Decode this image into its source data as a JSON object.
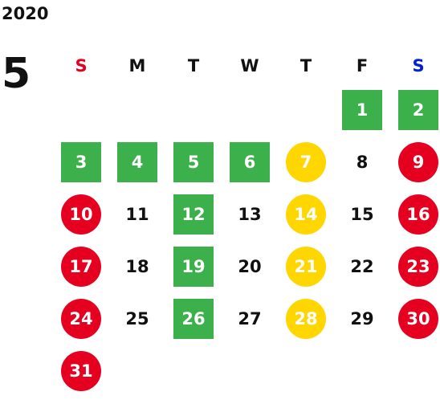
{
  "year": "2020",
  "month": "5",
  "weekdays": [
    {
      "label": "S",
      "color": "#e60020"
    },
    {
      "label": "M",
      "color": "#111111"
    },
    {
      "label": "T",
      "color": "#111111"
    },
    {
      "label": "W",
      "color": "#111111"
    },
    {
      "label": "T",
      "color": "#111111"
    },
    {
      "label": "F",
      "color": "#111111"
    },
    {
      "label": "S",
      "color": "#0020d8"
    }
  ],
  "first_weekday": 5,
  "days": [
    {
      "n": "1",
      "style": "green"
    },
    {
      "n": "2",
      "style": "green"
    },
    {
      "n": "3",
      "style": "green"
    },
    {
      "n": "4",
      "style": "green"
    },
    {
      "n": "5",
      "style": "green"
    },
    {
      "n": "6",
      "style": "green"
    },
    {
      "n": "7",
      "style": "yellow"
    },
    {
      "n": "8",
      "style": "plain"
    },
    {
      "n": "9",
      "style": "red"
    },
    {
      "n": "10",
      "style": "red"
    },
    {
      "n": "11",
      "style": "plain"
    },
    {
      "n": "12",
      "style": "green"
    },
    {
      "n": "13",
      "style": "plain"
    },
    {
      "n": "14",
      "style": "yellow"
    },
    {
      "n": "15",
      "style": "plain"
    },
    {
      "n": "16",
      "style": "red"
    },
    {
      "n": "17",
      "style": "red"
    },
    {
      "n": "18",
      "style": "plain"
    },
    {
      "n": "19",
      "style": "green"
    },
    {
      "n": "20",
      "style": "plain"
    },
    {
      "n": "21",
      "style": "yellow"
    },
    {
      "n": "22",
      "style": "plain"
    },
    {
      "n": "23",
      "style": "red"
    },
    {
      "n": "24",
      "style": "red"
    },
    {
      "n": "25",
      "style": "plain"
    },
    {
      "n": "26",
      "style": "green"
    },
    {
      "n": "27",
      "style": "plain"
    },
    {
      "n": "28",
      "style": "yellow"
    },
    {
      "n": "29",
      "style": "plain"
    },
    {
      "n": "30",
      "style": "red"
    },
    {
      "n": "31",
      "style": "red"
    }
  ],
  "colors": {
    "green": "#3cb04a",
    "red": "#e60020",
    "yellow": "#ffd600"
  }
}
